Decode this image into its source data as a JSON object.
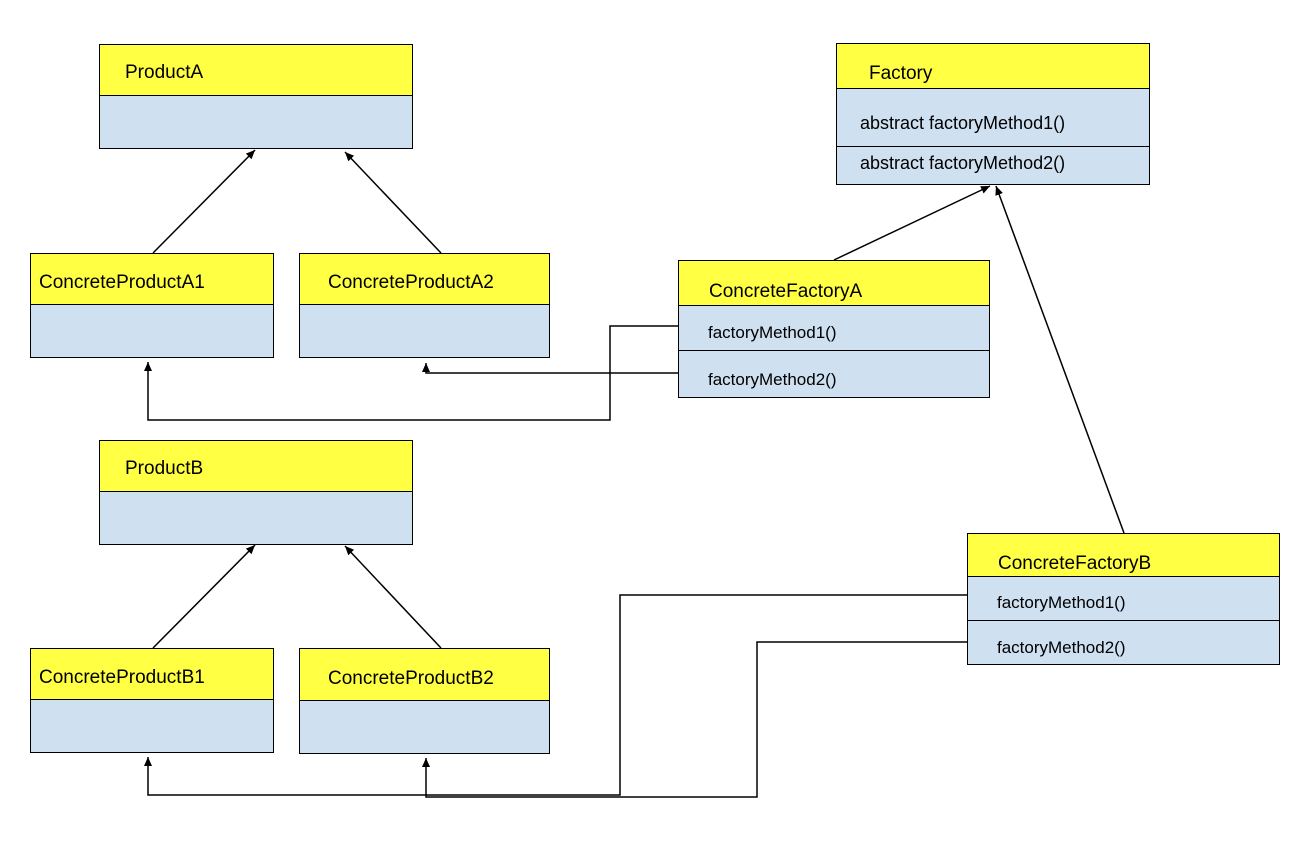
{
  "colors": {
    "header": "#ffff44",
    "body": "#cfe0f1",
    "line": "#000000"
  },
  "classes": {
    "productA": {
      "name": "ProductA"
    },
    "concreteProductA1": {
      "name": "ConcreteProductA1"
    },
    "concreteProductA2": {
      "name": "ConcreteProductA2"
    },
    "productB": {
      "name": "ProductB"
    },
    "concreteProductB1": {
      "name": "ConcreteProductB1"
    },
    "concreteProductB2": {
      "name": "ConcreteProductB2"
    },
    "factory": {
      "name": "Factory",
      "methods": [
        "abstract factoryMethod1()",
        "abstract factoryMethod2()"
      ]
    },
    "concreteFactoryA": {
      "name": "ConcreteFactoryA",
      "methods": [
        "factoryMethod1()",
        "factoryMethod2()"
      ]
    },
    "concreteFactoryB": {
      "name": "ConcreteFactoryB",
      "methods": [
        "factoryMethod1()",
        "factoryMethod2()"
      ]
    }
  }
}
